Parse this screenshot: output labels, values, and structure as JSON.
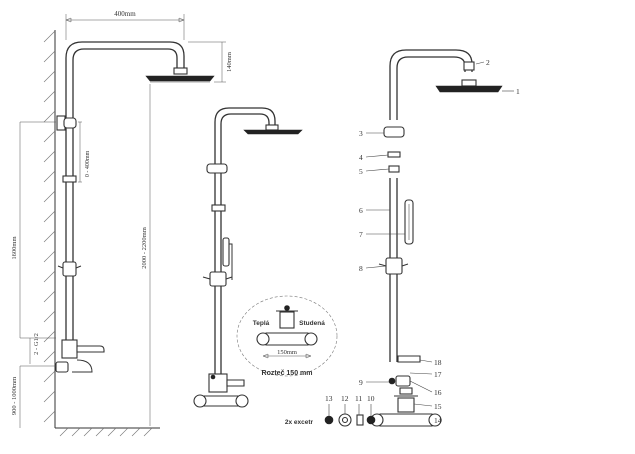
{
  "dimensions": {
    "arm_length": "400mm",
    "head_drop": "140mm",
    "slide_range": "0 - 400mm",
    "rail_height": "1600mm",
    "total_height": "2000 - 2200mm",
    "thread": "2 - G1/2",
    "inlet_height": "900 - 1000mm"
  },
  "callouts": [
    "1",
    "2",
    "3",
    "4",
    "5",
    "6",
    "7",
    "8",
    "9",
    "10",
    "11",
    "12",
    "13",
    "14",
    "15",
    "16",
    "17",
    "18"
  ],
  "detail": {
    "hot_label": "Teplá",
    "cold_label": "Studená",
    "spacing": "150mm",
    "caption": "Rozteč 150 mm"
  },
  "eccentric_label": "2x excetr",
  "icons": [
    "wall-hatch",
    "shower-head",
    "mixer-valve",
    "hand-shower",
    "eccentric-fitting"
  ]
}
